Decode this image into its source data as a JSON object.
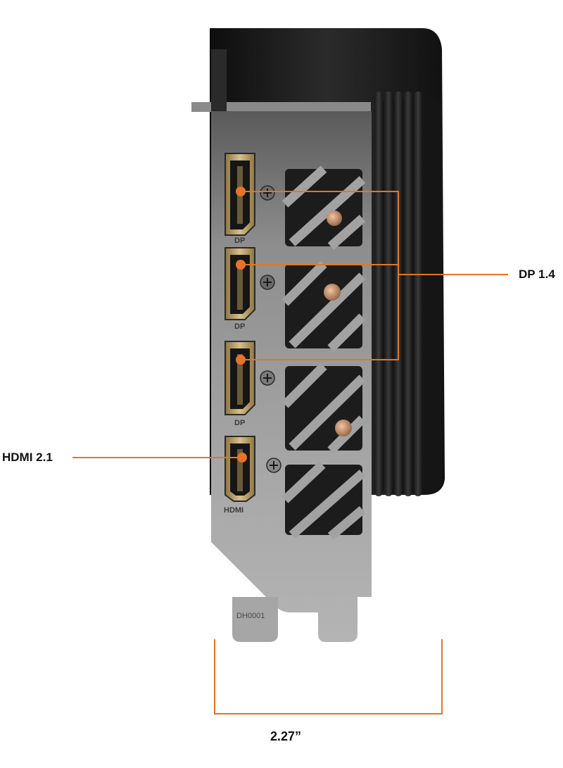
{
  "callouts": {
    "dp_label": "DP 1.4",
    "hdmi_label": "HDMI 2.1",
    "width_label": "2.27”"
  },
  "bracket": {
    "port_markings": [
      "DP",
      "DP",
      "DP",
      "HDMI"
    ],
    "part_number": "DH0001"
  },
  "colors": {
    "accent": "#e5742a",
    "card_body": "#1b1b1b",
    "bracket": "#9a9a9a",
    "port_gold": "#c8a86a"
  }
}
